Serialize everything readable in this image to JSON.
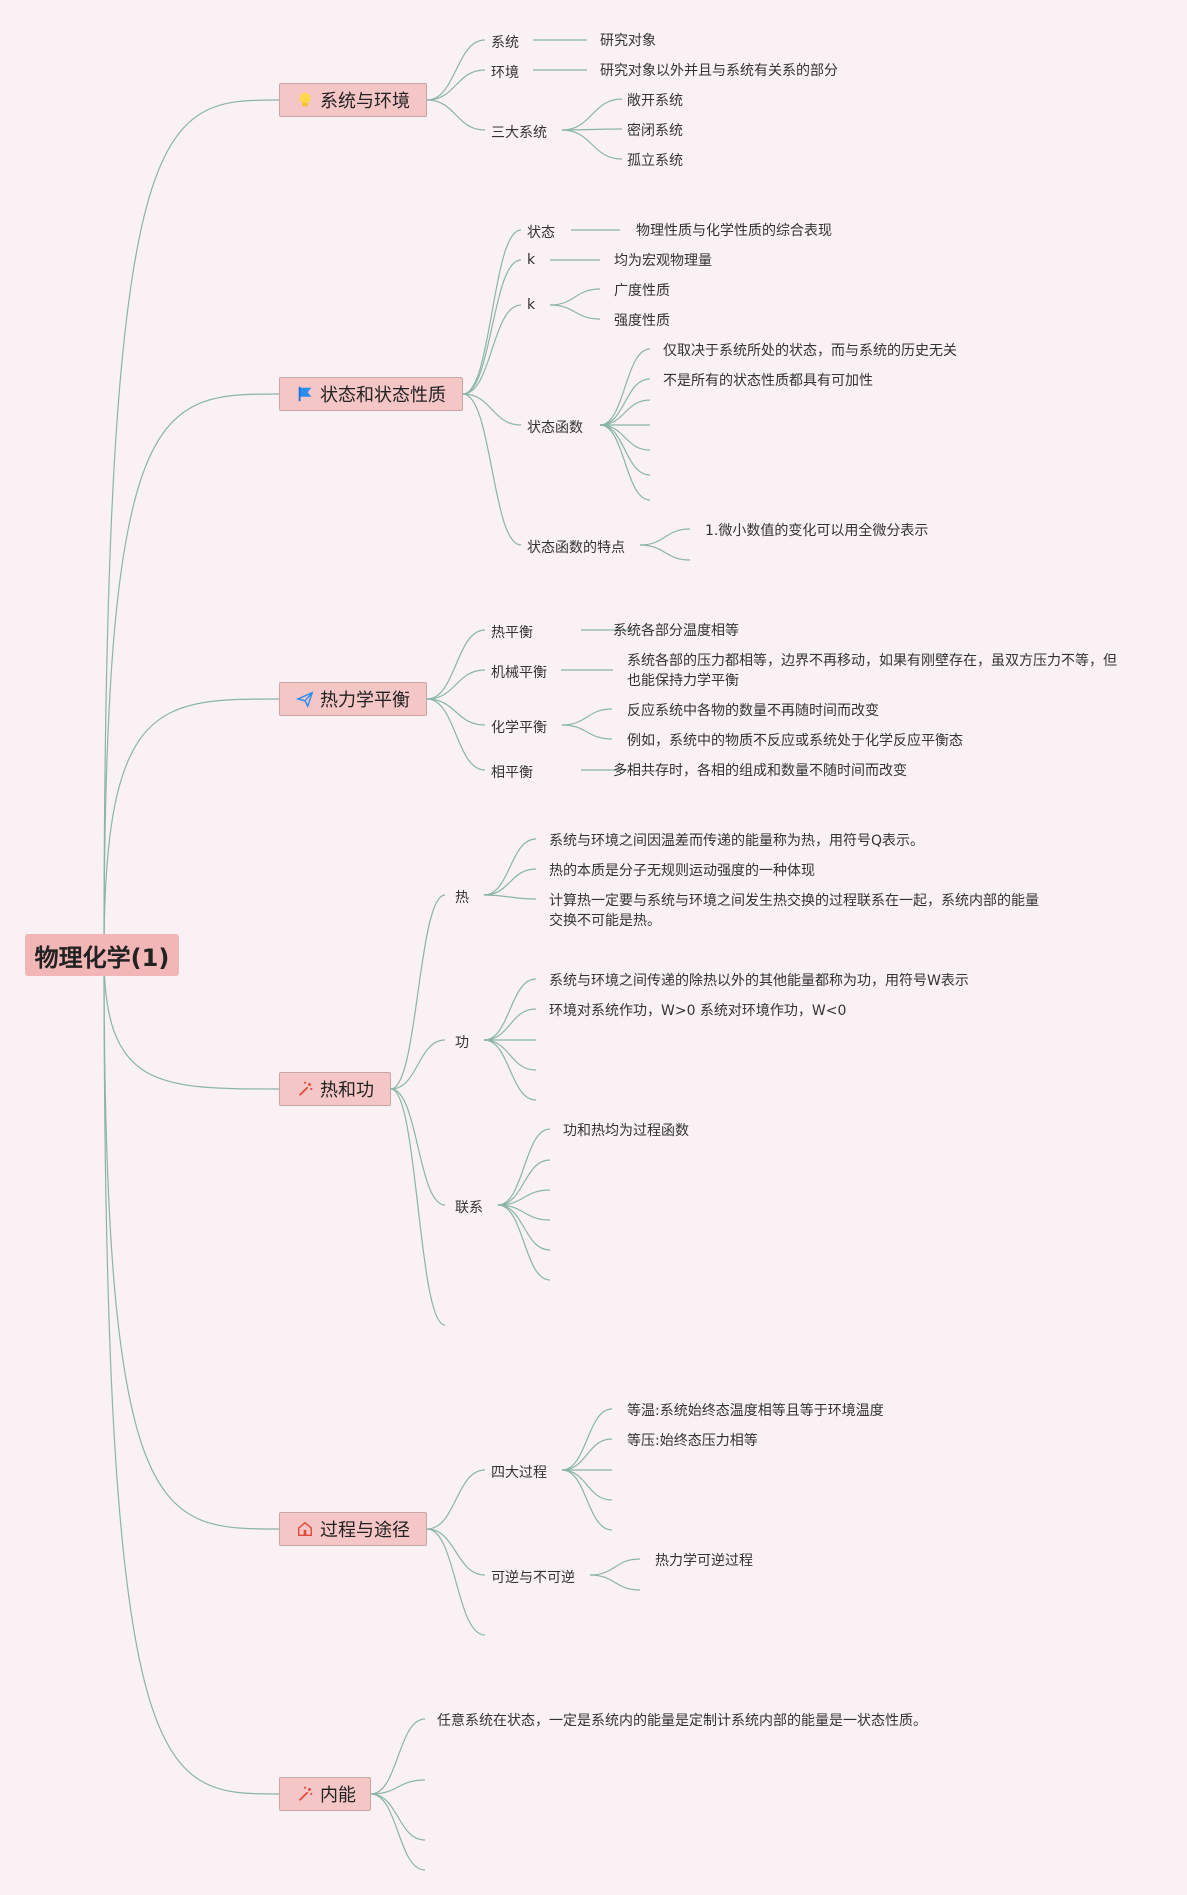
{
  "root": {
    "label": "物理化学(1)"
  },
  "topics": [
    {
      "label": "系统与环境",
      "icon": "bulb-icon",
      "children": [
        {
          "label": "系统",
          "detail": "研究对象"
        },
        {
          "label": "环境",
          "detail": "研究对象以外并且与系统有关系的部分"
        },
        {
          "label": "三大系统",
          "subs": [
            "敞开系统",
            "密闭系统",
            "孤立系统"
          ]
        }
      ]
    },
    {
      "label": "状态和状态性质",
      "icon": "flag-icon",
      "children": [
        {
          "label": "状态",
          "detail": "物理性质与化学性质的综合表现"
        },
        {
          "label": "k",
          "detail": "均为宏观物理量"
        },
        {
          "label": "k",
          "subs": [
            "广度性质",
            "强度性质"
          ]
        },
        {
          "label": "状态函数",
          "subs": [
            "仅取决于系统所处的状态，而与系统的历史无关",
            "不是所有的状态性质都具有可加性"
          ]
        },
        {
          "label": "状态函数的特点",
          "subs": [
            "1.微小数值的变化可以用全微分表示"
          ]
        }
      ]
    },
    {
      "label": "热力学平衡",
      "icon": "paper-plane-icon",
      "children": [
        {
          "label": "热平衡",
          "detail": "系统各部分温度相等"
        },
        {
          "label": "机械平衡",
          "detail_lines": [
            "系统各部的压力都相等，边界不再移动，如果有刚壁存在，虽双方压力不等，但",
            "也能保持力学平衡"
          ]
        },
        {
          "label": "化学平衡",
          "subs": [
            "反应系统中各物的数量不再随时间而改变",
            "例如，系统中的物质不反应或系统处于化学反应平衡态"
          ]
        },
        {
          "label": "相平衡",
          "detail": "多相共存时，各相的组成和数量不随时间而改变"
        }
      ]
    },
    {
      "label": "热和功",
      "icon": "magic-wand-icon",
      "children": [
        {
          "label": "热",
          "subs": [
            "系统与环境之间因温差而传递的能量称为热，用符号Q表示。",
            "热的本质是分子无规则运动强度的一种体现",
            "计算热一定要与系统与环境之间发生热交换的过程联系在一起，系统内部的能量",
            "交换不可能是热。"
          ]
        },
        {
          "label": "功",
          "subs": [
            "系统与环境之间传递的除热以外的其他能量都称为功，用符号W表示",
            "环境对系统作功，W>0 系统对环境作功，W<0"
          ]
        },
        {
          "label": "联系",
          "subs": [
            "功和热均为过程函数"
          ]
        }
      ]
    },
    {
      "label": "过程与途径",
      "icon": "house-icon",
      "children": [
        {
          "label": "四大过程",
          "subs": [
            "等温:系统始终态温度相等且等于环境温度",
            "等压:始终态压力相等"
          ]
        },
        {
          "label": "可逆与不可逆",
          "subs": [
            "热力学可逆过程"
          ]
        }
      ]
    },
    {
      "label": "内能",
      "icon": "magic-wand-icon",
      "children": [
        {
          "detail": "任意系统在状态，一定是系统内的能量是定制计系统内部的能量是一状态性质。"
        }
      ]
    }
  ],
  "colors": {
    "background": "#f9f1f3",
    "root_fill": "#f2b6b7",
    "topic_fill": "#f4c6c6",
    "topic_border": "#c9a6a6",
    "line": "#8ab5a8"
  }
}
